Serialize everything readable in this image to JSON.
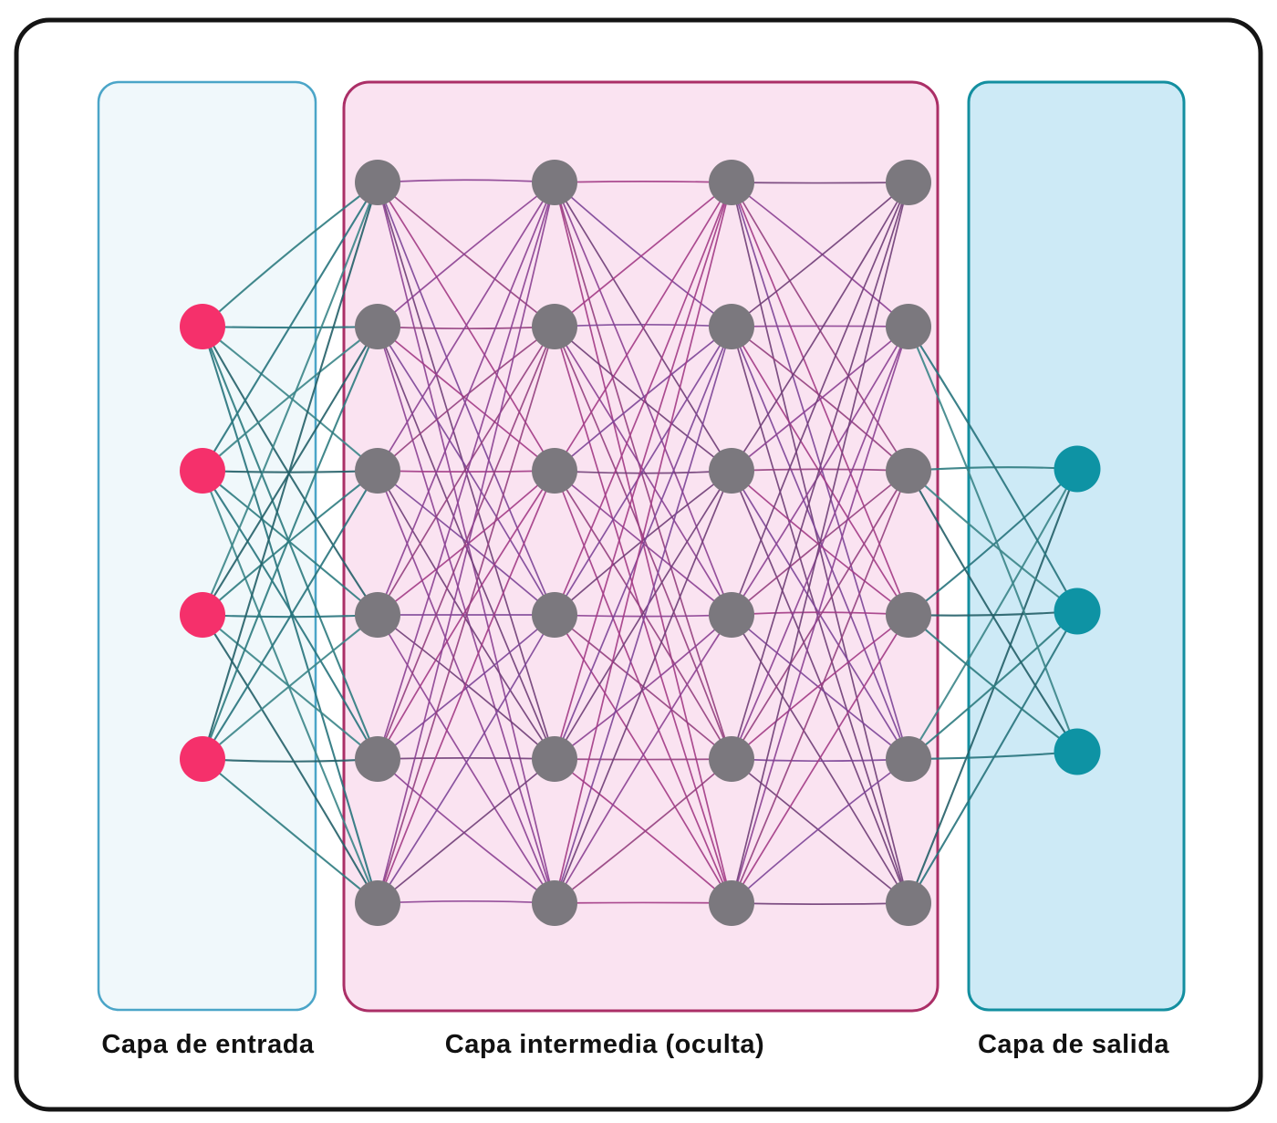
{
  "diagram": {
    "background": "#ffffff",
    "frame_color": "#141414",
    "layers": [
      {
        "id": "input",
        "label": "Capa de entrada",
        "node_count": 4,
        "node_color": "#f5306b",
        "box_fill": "#f0f8fb",
        "box_border": "#4ba5c8"
      },
      {
        "id": "hidden",
        "label": "Capa intermedia (oculta)",
        "columns": 4,
        "rows": 6,
        "node_color": "#7b787e",
        "box_fill": "#fae3f1",
        "box_border": "#ab2f67"
      },
      {
        "id": "output",
        "label": "Capa de salida",
        "node_count": 3,
        "node_color": "#0e93a4",
        "box_fill": "#cdeaf6",
        "box_border": "#138fa0"
      }
    ],
    "edges": {
      "input_to_hidden": "full",
      "hidden_to_hidden": "full-adjacent",
      "hidden_to_output_rows": [
        [
          2,
          3,
          4,
          5
        ],
        [
          1,
          2,
          3,
          4,
          5
        ],
        [
          1,
          2,
          3,
          4
        ]
      ],
      "input_edge_colors": [
        "#2e7b7f",
        "#27737c",
        "#3b8588",
        "#245f68"
      ],
      "hidden_edge_colors": [
        "#8b4092",
        "#a23a85",
        "#6f3d77",
        "#933f7e",
        "#7c4497"
      ],
      "output_edge_colors": [
        "#2e7b7f",
        "#27737c",
        "#3b8588",
        "#245f68"
      ]
    }
  }
}
